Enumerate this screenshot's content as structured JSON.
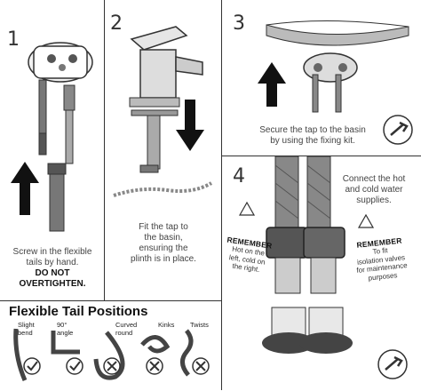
{
  "steps": {
    "s1": {
      "number": "1",
      "caption_lines": [
        "Screw in the flexible",
        "tails by hand."
      ],
      "caption_bold": [
        "DO NOT",
        "OVERTIGHTEN."
      ]
    },
    "s2": {
      "number": "2",
      "caption_lines": [
        "Fit the tap to",
        "the basin,",
        "ensuring the",
        "plinth is in place."
      ]
    },
    "s3": {
      "number": "3",
      "caption_lines": [
        "Secure the tap to the basin",
        "by using the fixing kit."
      ]
    },
    "s4": {
      "number": "4",
      "caption_lines": [
        "Connect the hot",
        "and cold water",
        "supplies."
      ],
      "remember1": {
        "title": "REMEMBER",
        "lines": [
          "Hot on the",
          "left, cold on",
          "the right."
        ]
      },
      "remember2": {
        "title": "REMEMBER",
        "lines": [
          "To fit",
          "isolation valves",
          "for maintenance",
          "purposes"
        ]
      }
    }
  },
  "flexible_tails": {
    "title": "Flexible Tail Positions",
    "positions": [
      {
        "label_lines": [
          "Slight",
          "bend"
        ],
        "status": "ok"
      },
      {
        "label_lines": [
          "90°",
          "angle"
        ],
        "status": "ok"
      },
      {
        "label_lines": [
          "Curved",
          "round"
        ],
        "status": "bad"
      },
      {
        "label_lines": [
          "Kinks"
        ],
        "status": "bad"
      },
      {
        "label_lines": [
          "Twists"
        ],
        "status": "bad"
      }
    ]
  }
}
